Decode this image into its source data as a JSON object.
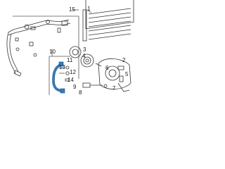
{
  "callouts": {
    "c15": "15",
    "c1": "1",
    "c10": "10",
    "c11": "11",
    "c12": "12",
    "c13": "13",
    "c14": "14",
    "c9": "9",
    "c3": "3",
    "c4": "4",
    "c2": "2",
    "c6": "6",
    "c5": "5",
    "c7": "7",
    "c8": "8"
  },
  "colors": {
    "highlight_hose": "#2f7fc1",
    "line": "#333333"
  },
  "icons": [
    "refrigerant-line-assembly",
    "condenser",
    "compressor",
    "discharge-hose",
    "pressure-switch",
    "clip",
    "bolt",
    "drive-belt-pulley",
    "gasket-ring"
  ]
}
